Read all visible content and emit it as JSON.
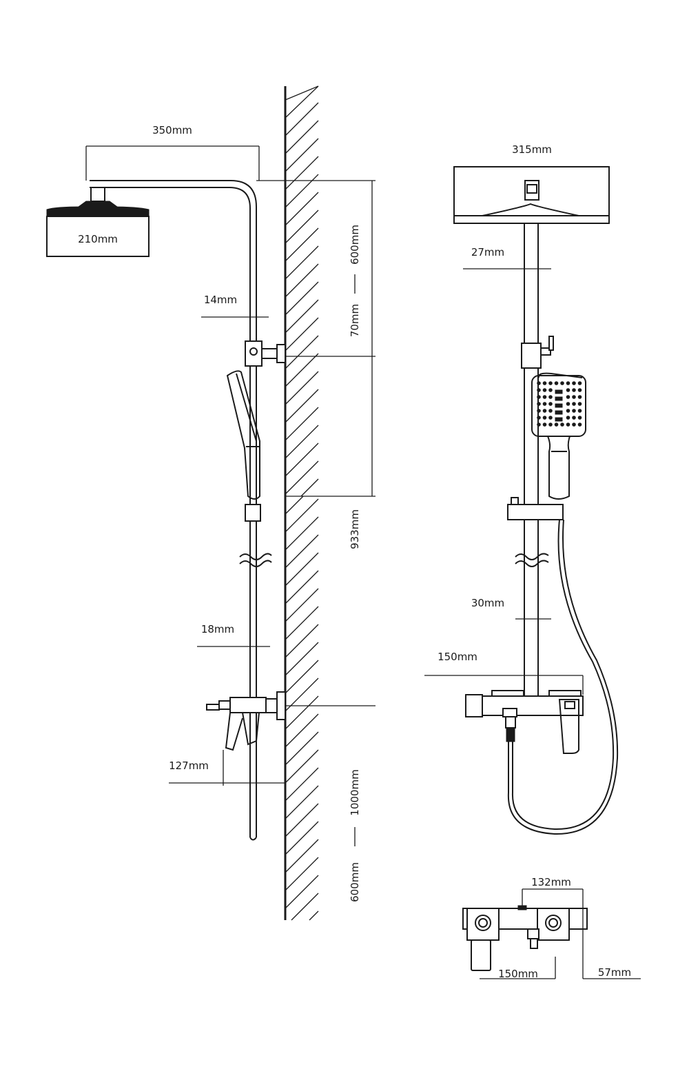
{
  "side_view": {
    "labels": {
      "arm_length": "350mm",
      "head_diameter": "210mm",
      "height_top": "600mm",
      "height_upper": "70mm",
      "pipe_upper": "14mm",
      "slide_rail": "933mm",
      "pipe_lower": "18mm",
      "valve_projection": "127mm",
      "height_lower": "1000mm",
      "height_bottom": "600mm"
    }
  },
  "front_view": {
    "labels": {
      "head_width": "315mm",
      "pipe_upper": "27mm",
      "pipe_lower": "30mm",
      "mixer_width": "150mm"
    }
  },
  "mixer_top_view": {
    "labels": {
      "center_distance": "132mm",
      "body_width": "150mm",
      "depth": "57mm"
    }
  },
  "colors": {
    "line": "#1a1a1a",
    "background": "#ffffff"
  }
}
